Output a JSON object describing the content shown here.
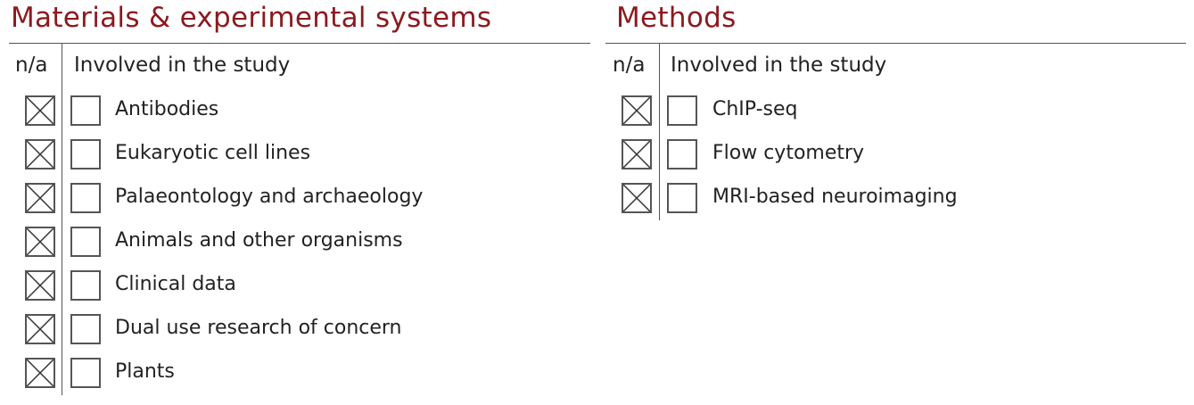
{
  "materials": {
    "title": "Materials & experimental systems",
    "col_na": "n/a",
    "col_involved": "Involved in the study",
    "items": [
      {
        "label": "Antibodies",
        "na": true,
        "involved": false
      },
      {
        "label": "Eukaryotic cell lines",
        "na": true,
        "involved": false
      },
      {
        "label": "Palaeontology and archaeology",
        "na": true,
        "involved": false
      },
      {
        "label": "Animals and other organisms",
        "na": true,
        "involved": false
      },
      {
        "label": "Clinical data",
        "na": true,
        "involved": false
      },
      {
        "label": "Dual use research of concern",
        "na": true,
        "involved": false
      },
      {
        "label": "Plants",
        "na": true,
        "involved": false
      }
    ]
  },
  "methods": {
    "title": "Methods",
    "col_na": "n/a",
    "col_involved": "Involved in the study",
    "items": [
      {
        "label": "ChIP-seq",
        "na": true,
        "involved": false
      },
      {
        "label": "Flow cytometry",
        "na": true,
        "involved": false
      },
      {
        "label": "MRI-based neuroimaging",
        "na": true,
        "involved": false
      }
    ]
  }
}
